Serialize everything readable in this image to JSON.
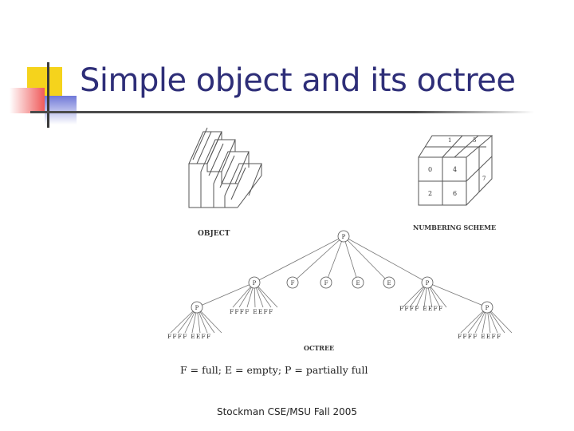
{
  "slide": {
    "title": "Simple object and its octree",
    "footer": "Stockman CSE/MSU Fall 2005"
  },
  "figure": {
    "object_label": "OBJECT",
    "numbering_label": "NUMBERING SCHEME",
    "octree_label": "OCTREE",
    "legend": "F = full; E = empty; P = partially full",
    "cube_cells": [
      "0",
      "4",
      "2",
      "6"
    ],
    "cube_top": [
      "1",
      "5"
    ],
    "cube_side": "7",
    "root_node": "P",
    "level1_nodes": [
      "P",
      "F",
      "F",
      "E",
      "E",
      "P"
    ],
    "level2_left_node": "P",
    "level2_right_node": "P",
    "leaf_labels_a": "FFFF EEFF",
    "leaf_labels_b": "FFFF EEFF",
    "leaf_labels_c": "FFFF EEFF",
    "leaf_labels_d": "FFFF EEFF"
  }
}
